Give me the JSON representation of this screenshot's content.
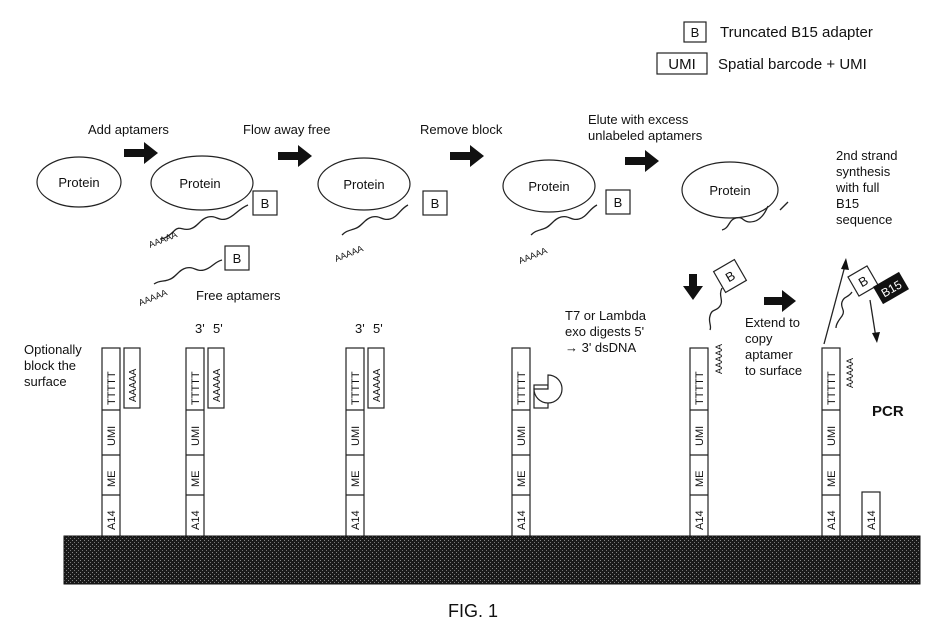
{
  "legend": {
    "b_symbol": "B",
    "b_label": "Truncated B15 adapter",
    "umi_symbol": "UMI",
    "umi_label": "Spatial barcode + UMI"
  },
  "steps": {
    "add_aptamers": "Add aptamers",
    "flow_away": "Flow away free",
    "remove_block": "Remove block",
    "elute_1": "Elute with excess",
    "elute_2": "unlabeled aptamers",
    "second_strand_1": "2nd strand",
    "second_strand_2": "synthesis",
    "second_strand_3": "with full",
    "second_strand_4": "B15",
    "second_strand_5": "sequence"
  },
  "protein_label": "Protein",
  "adapter_label": "B",
  "b15_label": "B15",
  "polyA": "AAAAA",
  "polyT": "TTTTT",
  "free_aptamers": "Free aptamers",
  "optionally_1": "Optionally",
  "optionally_2": "block the",
  "optionally_3": "surface",
  "prime3": "3'",
  "prime5": "5'",
  "t7_1": "T7 or Lambda",
  "t7_2": "exo digests 5'",
  "t7_3": "→ 3' dsDNA",
  "extend_1": "Extend to",
  "extend_2": "copy",
  "extend_3": "aptamer",
  "extend_4": "to surface",
  "pcr": "PCR",
  "strand_segments": {
    "umi": "UMI",
    "me": "ME",
    "a14": "A14"
  },
  "figure_caption": "FIG. 1"
}
